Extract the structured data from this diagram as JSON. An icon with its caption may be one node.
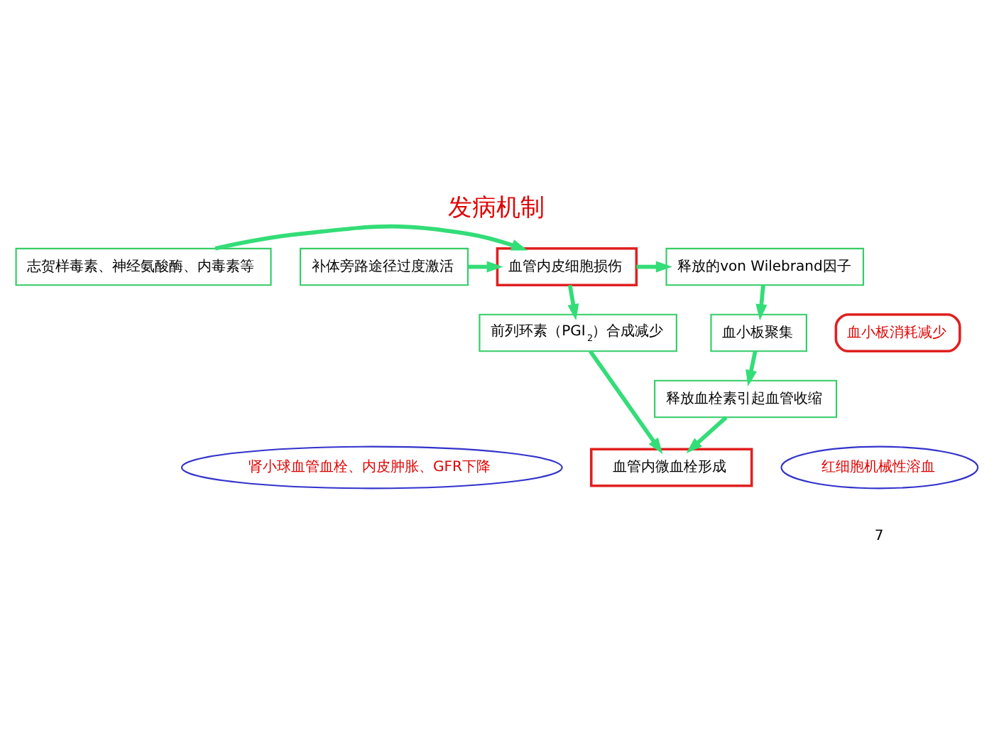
{
  "diagram": {
    "title": "发病机制",
    "nodes": [
      {
        "text": [
          "志贺样毒素、神经氨酸酶、内毒素等"
        ]
      },
      {
        "text": [
          "补体旁路途径过度激活"
        ]
      },
      {
        "text": [
          "血管内皮细胞损伤"
        ]
      },
      {
        "text": [
          "释放的von Wilebrand因子"
        ]
      },
      {
        "text": [
          "血小板聚集"
        ]
      },
      {
        "text": [
          "血小板消耗减少"
        ]
      },
      {
        "text": [
          "前列环素（PGI$_{2}$）合成减少"
        ]
      },
      {
        "text": [
          "释放血栓素引起血管收缩"
        ]
      },
      {
        "text": [
          "肾小球血管血栓、内皮肿胀、GFR下降"
        ]
      },
      {
        "text": [
          "血管内微血栓形成"
        ]
      },
      {
        "text": [
          "红细胞机械性溶血"
        ]
      }
    ],
    "edges": [
      {
        "from": 0,
        "to": 2,
        "arrow": "to"
      },
      {
        "from": 1,
        "to": 2,
        "arrow": "to"
      },
      {
        "from": 2,
        "to": 3,
        "arrow": "to"
      },
      {
        "from": 3,
        "to": 4,
        "arrow": "to"
      },
      {
        "from": 2,
        "to": 6,
        "arrow": "to"
      },
      {
        "from": 4,
        "to": 7,
        "arrow": "to"
      },
      {
        "from": 6,
        "to": 9,
        "arrow": "to"
      },
      {
        "from": 7,
        "to": 9,
        "arrow": "to"
      }
    ],
    "labels": [
      "7"
    ]
  }
}
